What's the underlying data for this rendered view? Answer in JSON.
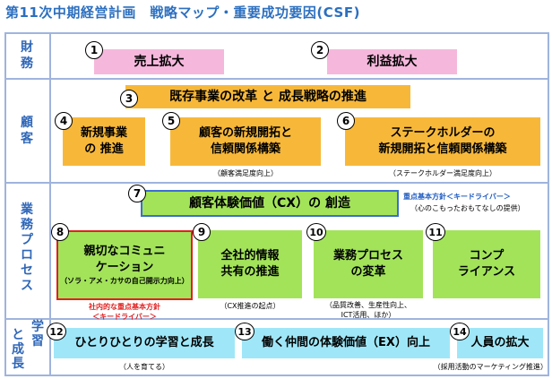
{
  "title": "第11次中期経営計画　戦略マップ・重要成功要因(CSF)",
  "categories": {
    "finance": [
      "財",
      "務"
    ],
    "customer": [
      "顧",
      "客"
    ],
    "process": [
      "業",
      "務",
      "プ",
      "ロ",
      "セ",
      "ス"
    ],
    "growth_a": [
      "学",
      "習"
    ],
    "growth_b": [
      "と",
      "成",
      "長"
    ]
  },
  "items": {
    "i1": {
      "num": "1",
      "lines": [
        "売上拡大"
      ]
    },
    "i2": {
      "num": "2",
      "lines": [
        "利益拡大"
      ]
    },
    "i3": {
      "num": "3",
      "lines": [
        "既存事業の改革 と 成長戦略の推進"
      ]
    },
    "i4": {
      "num": "4",
      "lines": [
        "新規事業",
        "の 推進"
      ]
    },
    "i5": {
      "num": "5",
      "lines": [
        "顧客の新規開拓と",
        "信頼関係構築"
      ],
      "note": "（顧客満足度向上）"
    },
    "i6": {
      "num": "6",
      "lines": [
        "ステークホルダーの",
        "新規開拓と信頼関係構築"
      ],
      "note": "（ステークホルダー満足度向上）"
    },
    "i7": {
      "num": "7",
      "lines": [
        "顧客体験価値（CX）の 創造"
      ],
      "note_blue": "重点基本方針＜キードライバー＞",
      "note": "（心のこもったおもてなしの提供）"
    },
    "i8": {
      "num": "8",
      "lines": [
        "親切なコミュニ",
        "ケーション"
      ],
      "sub": "（ソラ・アメ・カサの自己開示力向上）",
      "note_red": [
        "社内的な重点基本方針",
        "＜キードライバー＞"
      ]
    },
    "i9": {
      "num": "9",
      "lines": [
        "全社的情報",
        "共有の推進"
      ],
      "note": "（CX推進の起点）"
    },
    "i10": {
      "num": "10",
      "lines": [
        "業務プロセス",
        "の変革"
      ],
      "note": [
        "（品質改善、生産性向上、",
        "ICT活用、ほか）"
      ]
    },
    "i11": {
      "num": "11",
      "lines": [
        "コンプ",
        "ライアンス"
      ]
    },
    "i12": {
      "num": "12",
      "lines": [
        "ひとりひとりの学習と成長"
      ],
      "note": "（人を育てる）"
    },
    "i13": {
      "num": "13",
      "lines": [
        "働く仲間の体験価値（EX）向上"
      ]
    },
    "i14": {
      "num": "14",
      "lines": [
        "人員の拡大"
      ],
      "note": "（採用活動のマーケティング推進）"
    }
  },
  "colors": {
    "finance": "#f5b8dc",
    "customer": "#f7b83a",
    "process": "#a3e35a",
    "growth": "#9fe7f8",
    "frame": "#9fb4dd",
    "category_text": "#2f67b8",
    "highlight_border": "#e02020",
    "cx_border": "#3b6fd0"
  }
}
